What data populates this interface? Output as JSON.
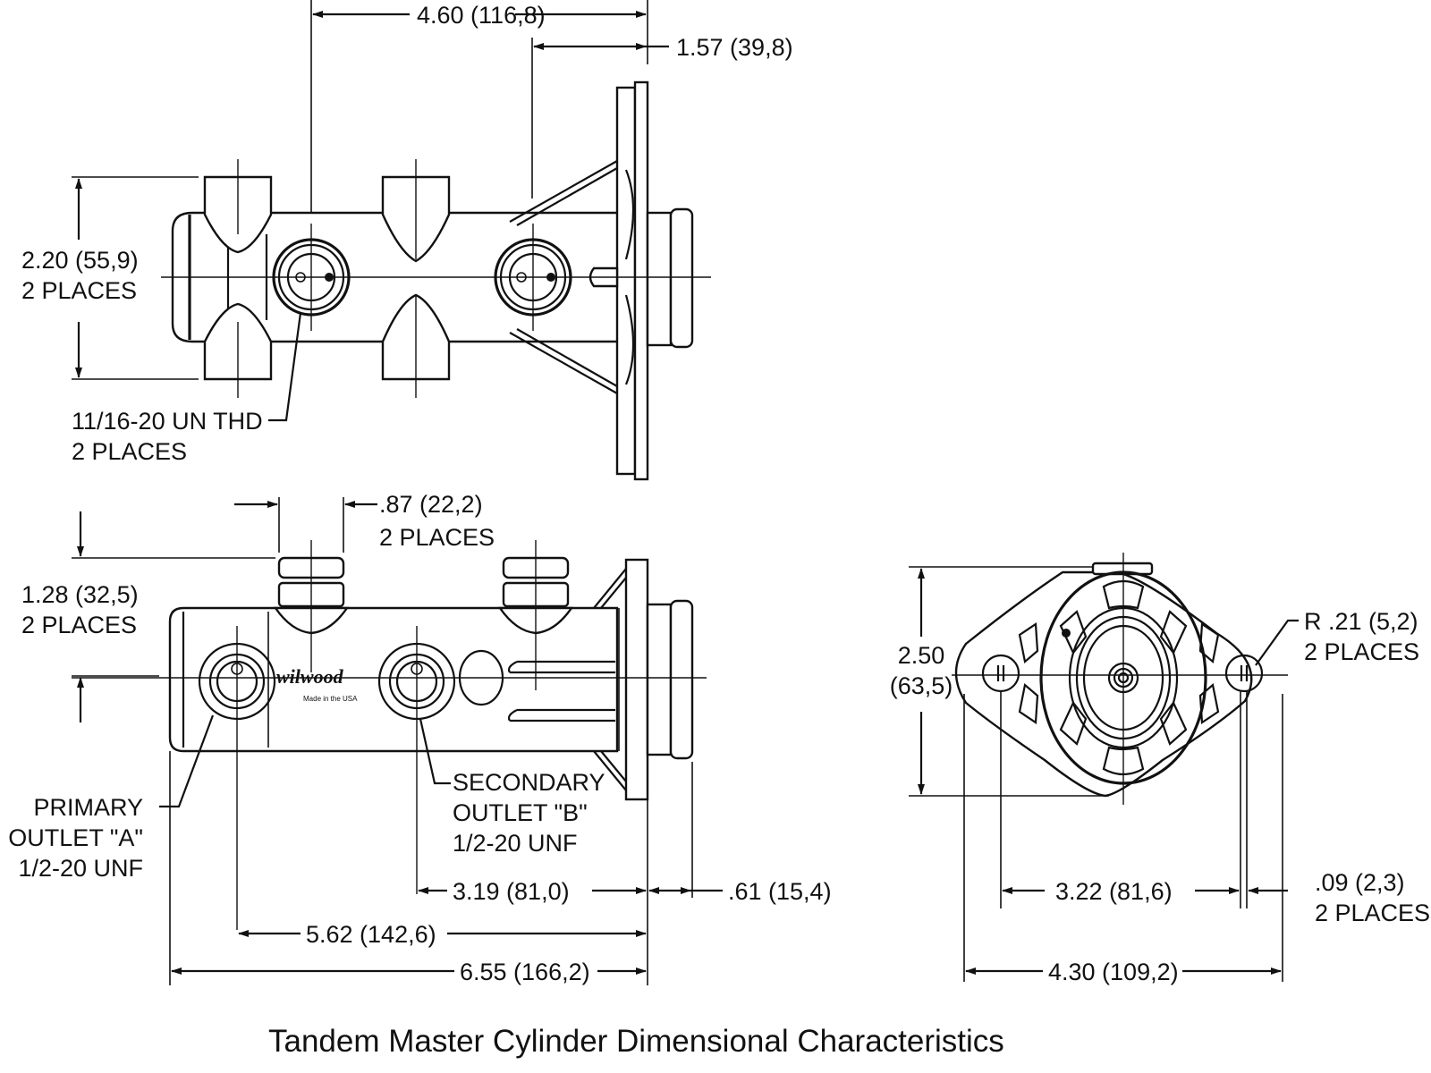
{
  "title": "Tandem Master Cylinder Dimensional Characteristics",
  "brand_mark": "wilwood",
  "brand_subtext": "Made in the USA",
  "top_view": {
    "dims": {
      "overall_port_to_flange": "4.60 (116,8)",
      "flange_depth": "1.57 (39,8)",
      "port_height": "2.20 (55,9)",
      "port_height_qty": "2 PLACES",
      "thread_callout": "11/16-20 UN THD",
      "thread_qty": "2 PLACES"
    }
  },
  "side_view": {
    "dims": {
      "port_width": ".87 (22,2)",
      "port_width_qty": "2 PLACES",
      "port_height": "1.28 (32,5)",
      "port_height_qty": "2 PLACES",
      "secondary_to_flange": "3.19 (81,0)",
      "flange_thickness": ".61 (15,4)",
      "primary_to_flange": "5.62 (142,6)",
      "overall_length": "6.55 (166,2)"
    },
    "outlets": {
      "primary": [
        "PRIMARY",
        "OUTLET \"A\"",
        "1/2-20 UNF"
      ],
      "secondary": [
        "SECONDARY",
        "OUTLET \"B\"",
        "1/2-20 UNF"
      ]
    }
  },
  "end_view": {
    "dims": {
      "flange_height_in": "2.50",
      "flange_height_mm": "(63,5)",
      "radius": "R .21 (5,2)",
      "radius_qty": "2 PLACES",
      "bolt_spacing": "3.22 (81,6)",
      "slot_width": ".09 (2,3)",
      "slot_width_qty": "2 PLACES",
      "flange_width": "4.30 (109,2)"
    }
  }
}
